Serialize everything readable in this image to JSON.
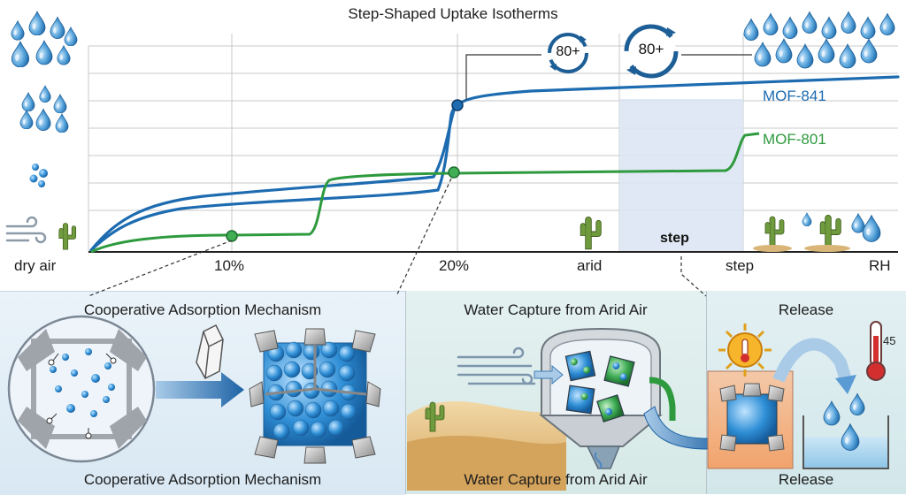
{
  "chart": {
    "title": "Step-Shaped Uptake Isotherms",
    "x_tick_labels": [
      "dry air",
      "10%",
      "20%",
      "arid",
      "step",
      "RH"
    ],
    "step_region_label": "step",
    "cycle_badges": [
      "80+",
      "80+"
    ],
    "colors": {
      "mof841": "#1d6bb0",
      "mof801": "#2e9a3e",
      "step_band": "#dbe6f3"
    }
  },
  "chart_data": {
    "type": "line",
    "title": "Step-Shaped Uptake Isotherms",
    "xlabel": "RH",
    "ylabel": "",
    "grid": true,
    "series": [
      {
        "name": "MOF-841",
        "color": "#1d6bb0"
      },
      {
        "name": "MOF-801",
        "color": "#2e9a3e"
      }
    ]
  },
  "panels": {
    "left": {
      "title_top": "Cooperative Adsorption Mechanism",
      "title_bottom": "Cooperative Adsorption Mechanism"
    },
    "middle": {
      "title_top": "Water Capture from Arid Air",
      "title_bottom": "Water Capture from Arid Air"
    },
    "right": {
      "title_top": "Release",
      "title_bottom": "Release",
      "thermometer_value": "45"
    }
  }
}
